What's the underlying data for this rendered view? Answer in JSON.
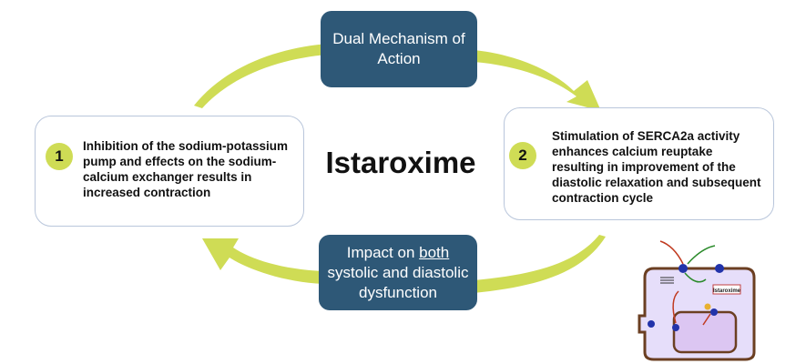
{
  "top_box": {
    "line1": "Dual Mechanism of",
    "line2": "Action"
  },
  "center_title": "Istaroxime",
  "left_card": {
    "number": "1",
    "text": "Inhibition of the sodium-potassium pump and effects on the sodium-calcium exchanger results in increased contraction"
  },
  "right_card": {
    "number": "2",
    "text": "Stimulation of SERCA2a activity enhances calcium reuptake resulting in improvement of the diastolic relaxation and subsequent contraction cycle"
  },
  "bottom_box": {
    "pre": "Impact on ",
    "underlined": "both",
    "rest": "systolic and diastolic dysfunction"
  },
  "inset": {
    "label": "Istaroxime"
  },
  "colors": {
    "box": "#2e5877",
    "arrow": "#cfdc55",
    "cell": "#e6defa",
    "membrane": "#6b3f22"
  }
}
